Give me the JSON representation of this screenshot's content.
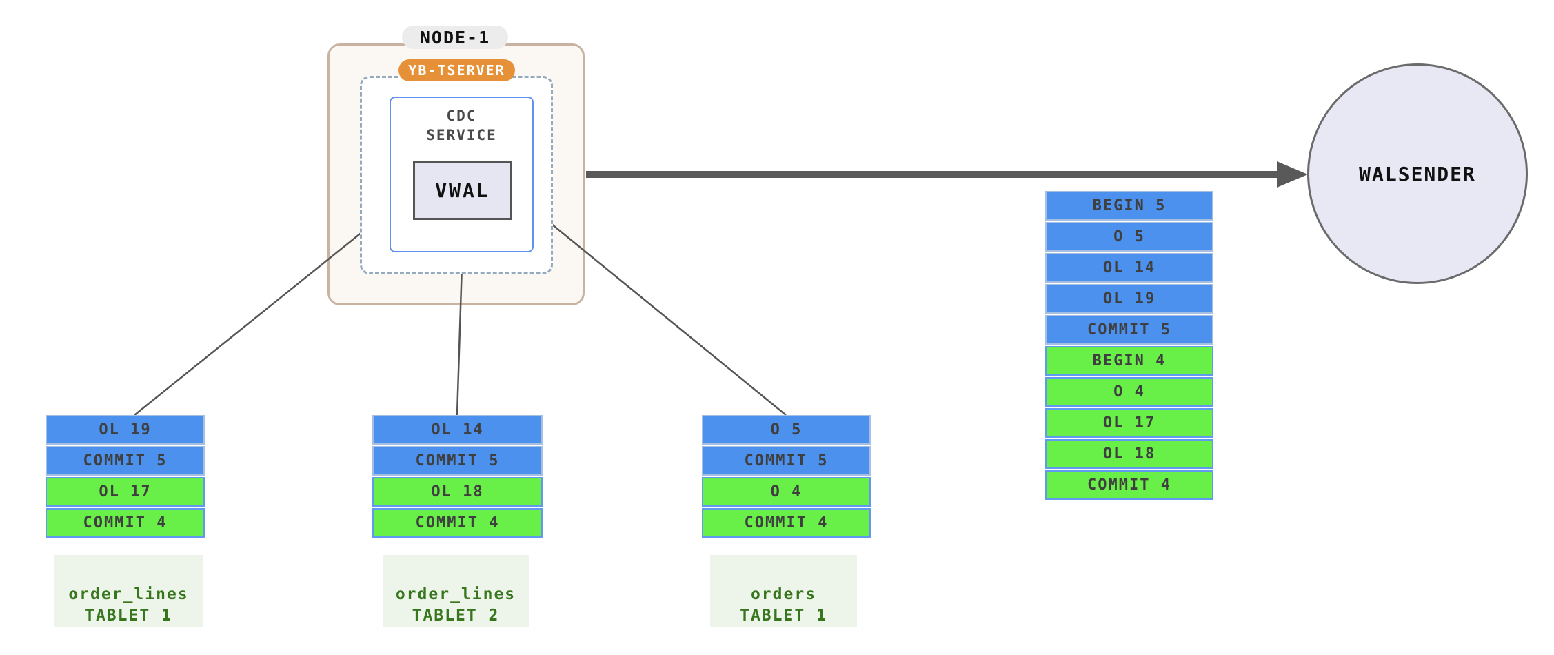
{
  "node": {
    "title": "NODE-1",
    "tserver_label": "YB-TSERVER",
    "cdc_line1": "CDC",
    "cdc_line2": "SERVICE",
    "vwal_label": "VWAL"
  },
  "walsender": {
    "label": "WALSENDER"
  },
  "buffer_stack": {
    "cells": [
      {
        "text": "BEGIN 5",
        "color": "blue"
      },
      {
        "text": "O 5",
        "color": "blue"
      },
      {
        "text": "OL 14",
        "color": "blue"
      },
      {
        "text": "OL 19",
        "color": "blue"
      },
      {
        "text": "COMMIT 5",
        "color": "blue"
      },
      {
        "text": "BEGIN 4",
        "color": "green"
      },
      {
        "text": "O 4",
        "color": "green"
      },
      {
        "text": "OL 17",
        "color": "green"
      },
      {
        "text": "OL 18",
        "color": "green"
      },
      {
        "text": "COMMIT 4",
        "color": "green"
      }
    ]
  },
  "tablets": [
    {
      "name_line1": "order_lines",
      "name_line2": "TABLET 1",
      "cells": [
        {
          "text": "OL 19",
          "color": "blue"
        },
        {
          "text": "COMMIT 5",
          "color": "blue"
        },
        {
          "text": "OL 17",
          "color": "green"
        },
        {
          "text": "COMMIT 4",
          "color": "green"
        }
      ]
    },
    {
      "name_line1": "order_lines",
      "name_line2": "TABLET 2",
      "cells": [
        {
          "text": "OL 14",
          "color": "blue"
        },
        {
          "text": "COMMIT 5",
          "color": "blue"
        },
        {
          "text": "OL 18",
          "color": "green"
        },
        {
          "text": "COMMIT 4",
          "color": "green"
        }
      ]
    },
    {
      "name_line1": "orders",
      "name_line2": "TABLET 1",
      "cells": [
        {
          "text": "O 5",
          "color": "blue"
        },
        {
          "text": "COMMIT 5",
          "color": "blue"
        },
        {
          "text": "O 4",
          "color": "green"
        },
        {
          "text": "COMMIT 4",
          "color": "green"
        }
      ]
    }
  ],
  "colors": {
    "record_blue": "#4b91ed",
    "record_green": "#69f048",
    "tserver_orange": "#e69138",
    "node_border_tan": "#c9b3a0",
    "cdc_border_blue": "#6191ef",
    "tablet_label_green": "#38761d",
    "arrow_gray": "#555555"
  }
}
